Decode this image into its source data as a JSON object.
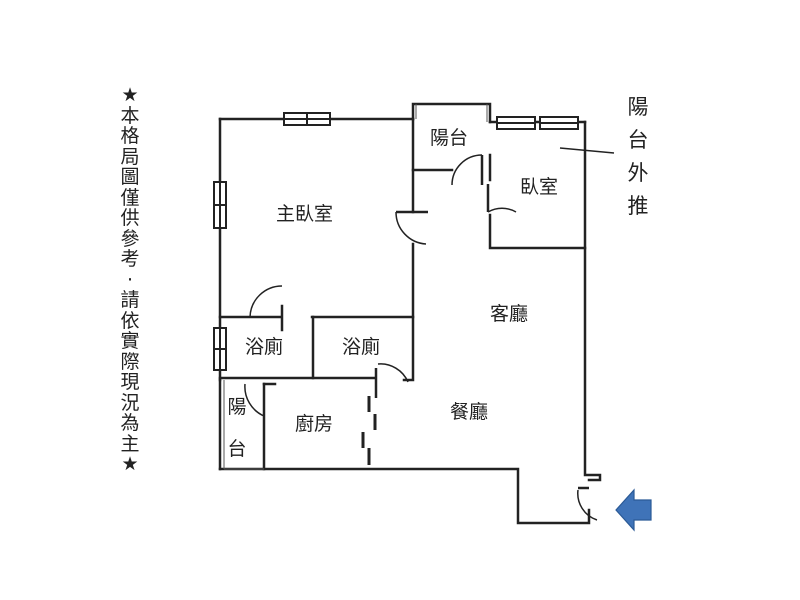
{
  "rooms": {
    "master_bedroom": "主臥室",
    "bedroom": "臥室",
    "balcony_top": "陽台",
    "living_room": "客廳",
    "dining_room": "餐廳",
    "bathroom_left": "浴廁",
    "bathroom_right": "浴廁",
    "kitchen": "廚房",
    "balcony_small": [
      "陽",
      "台"
    ]
  },
  "notes": {
    "disclaimer": [
      "★",
      "本",
      "格",
      "局",
      "圖",
      "僅",
      "供",
      "參",
      "考",
      "·",
      "請",
      "依",
      "實",
      "際",
      "現",
      "況",
      "為",
      "主",
      "★"
    ],
    "balcony_pushout": [
      "陽",
      "台",
      "外",
      "推"
    ]
  },
  "icons": {
    "entrance_arrow": "right-pointing-arrow-icon"
  },
  "colors": {
    "wall": "#222222",
    "entrance_arrow": "#3f73b8"
  }
}
